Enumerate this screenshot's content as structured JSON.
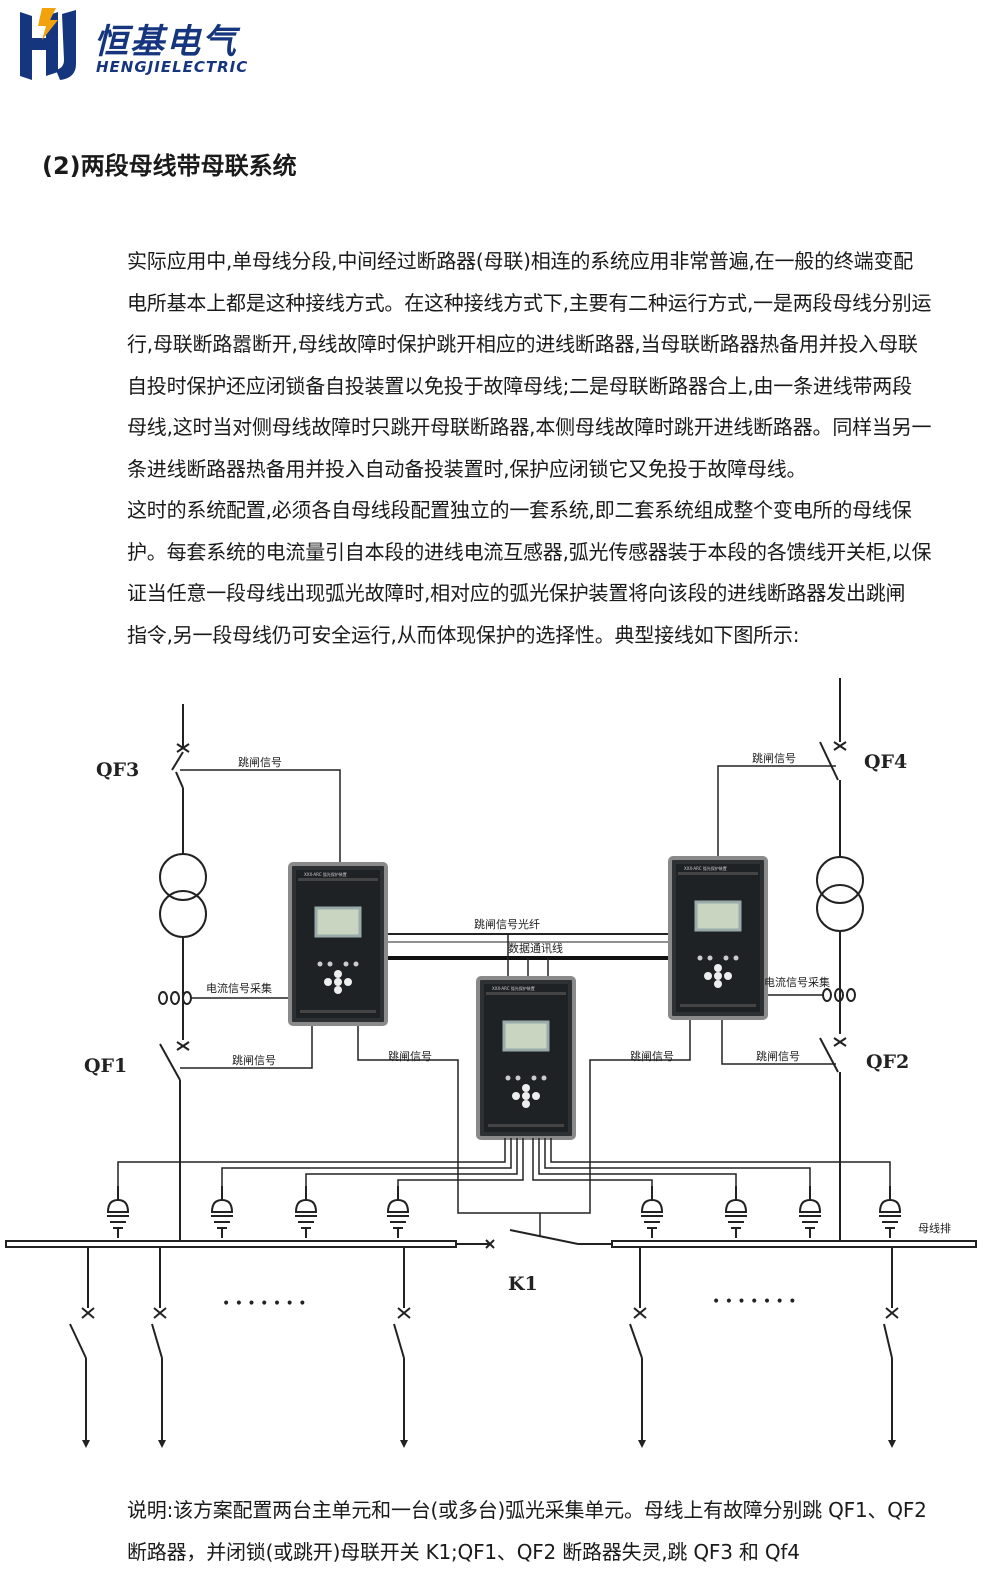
{
  "brand": {
    "name_cn": "恒基电气",
    "name_en": "HENGJIELECTRIC",
    "logo_letters": "HJ",
    "colors": {
      "primary": "#16357f",
      "accent": "#f2a20c"
    }
  },
  "section_title": "(2)两段母线带母联系统",
  "paragraph1_lines": [
    "实际应用中,单母线分段,中间经过断路器(母联)相连的系统应用非常普遍,在一般的终端变配",
    "电所基本上都是这种接线方式。在这种接线方式下,主要有二种运行方式,一是两段母线分别运",
    "行,母联断路嚣断开,母线故障时保护跳开相应的进线断路器,当母联断路器热备用并投入母联",
    "自投时保护还应闭锁备自投装置以免投于故障母线;二是母联断路器合上,由一条进线带两段",
    "母线,这时当对侧母线故障时只跳开母联断路器,本侧母线故障时跳开进线断路器。同样当另一",
    "条进线断路器热备用并投入自动备投装置时,保护应闭锁它又免投于故障母线。"
  ],
  "paragraph2_lines": [
    "这时的系统配置,必须各自母线段配置独立的一套系统,即二套系统组成整个变电所的母线保",
    "护。每套系统的电流量引自本段的进线电流互感器,弧光传感器装于本段的各馈线开关柜,以保",
    "证当任意一段母线出现弧光故障时,相对应的弧光保护装置将向该段的进线断路器发出跳闸",
    "指令,另一段母线仍可安全运行,从而体现保护的选择性。典型接线如下图所示:"
  ],
  "diagram": {
    "labels": {
      "qf3": "QF3",
      "qf4": "QF4",
      "qf1": "QF1",
      "qf2": "QF2",
      "k1": "K1",
      "trip_signal": "跳闸信号",
      "trip_fiber": "跳闸信号光纤",
      "data_comm": "数据通讯线",
      "current_collect": "电流信号采集",
      "busbar": "母线排",
      "dots": "• • • • • • •"
    },
    "device_title": "XXX-ARC 弧光保护装置"
  },
  "note_lines": [
    "说明:该方案配置两台主单元和一台(或多台)弧光采集单元。母线上有故障分别跳 QF1、QF2",
    "断路器，并闭锁(或跳开)母联开关 K1;QF1、QF2 断路器失灵,跳 QF3  和  Qf4"
  ]
}
